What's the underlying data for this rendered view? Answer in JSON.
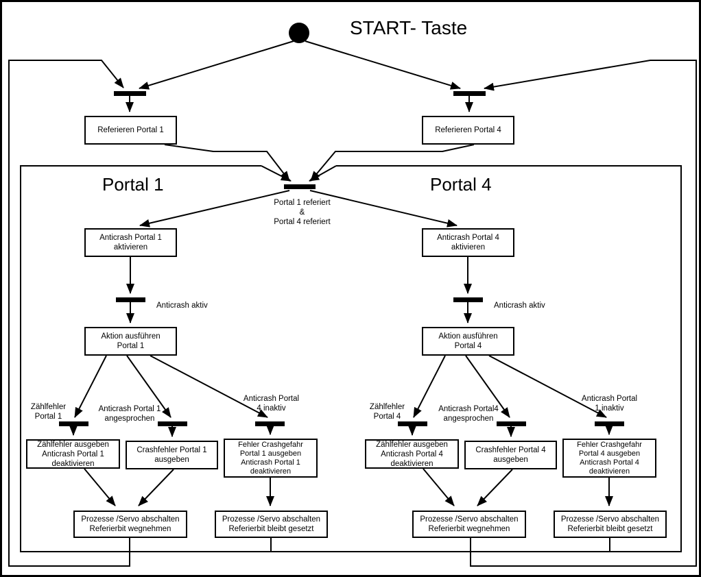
{
  "colors": {
    "line": "#000000",
    "background": "#ffffff"
  },
  "title": "START- Taste",
  "headers": {
    "left": "Portal 1",
    "right": "Portal 4"
  },
  "top_boxes": {
    "left": "Referieren Portal 1",
    "right": "Referieren Portal 4"
  },
  "sync_label": [
    "Portal 1 referiert",
    "&",
    "Portal 4 referiert"
  ],
  "columns": {
    "left": {
      "activate": [
        "Anticrash Portal 1",
        "aktivieren"
      ],
      "active_label": "Anticrash aktiv",
      "action": [
        "Aktion ausführen",
        "Portal 1"
      ],
      "branches": [
        [
          "Zählfehler",
          "Portal 1"
        ],
        [
          "Anticrash Portal 1",
          "angesprochen"
        ],
        [
          "Anticrash Portal",
          "4 inaktiv"
        ]
      ],
      "errors": [
        [
          "Zählfehler ausgeben",
          "Anticrash Portal 1",
          "deaktivieren"
        ],
        [
          "Crashfehler Portal 1",
          "ausgeben"
        ],
        [
          "Fehler Crashgefahr",
          "Portal 1 ausgeben",
          "Anticrash Portal 1",
          "deaktivieren"
        ]
      ],
      "shutdown": [
        [
          "Prozesse /Servo abschalten",
          "Referierbit wegnehmen"
        ],
        [
          "Prozesse /Servo abschalten",
          "Referierbit bleibt gesetzt"
        ]
      ]
    },
    "right": {
      "activate": [
        "Anticrash Portal 4",
        "aktivieren"
      ],
      "active_label": "Anticrash aktiv",
      "action": [
        "Aktion ausführen",
        "Portal 4"
      ],
      "branches": [
        [
          "Zählfehler",
          "Portal 4"
        ],
        [
          "Anticrash Portal4",
          "angesprochen"
        ],
        [
          "Anticrash Portal",
          "1 inaktiv"
        ]
      ],
      "errors": [
        [
          "Zählfehler ausgeben",
          "Anticrash Portal 4",
          "deaktivieren"
        ],
        [
          "Crashfehler Portal 4",
          "ausgeben"
        ],
        [
          "Fehler Crashgefahr",
          "Portal 4 ausgeben",
          "Anticrash Portal 4",
          "deaktivieren"
        ]
      ],
      "shutdown": [
        [
          "Prozesse /Servo abschalten",
          "Referierbit wegnehmen"
        ],
        [
          "Prozesse /Servo abschalten",
          "Referierbit bleibt gesetzt"
        ]
      ]
    }
  }
}
